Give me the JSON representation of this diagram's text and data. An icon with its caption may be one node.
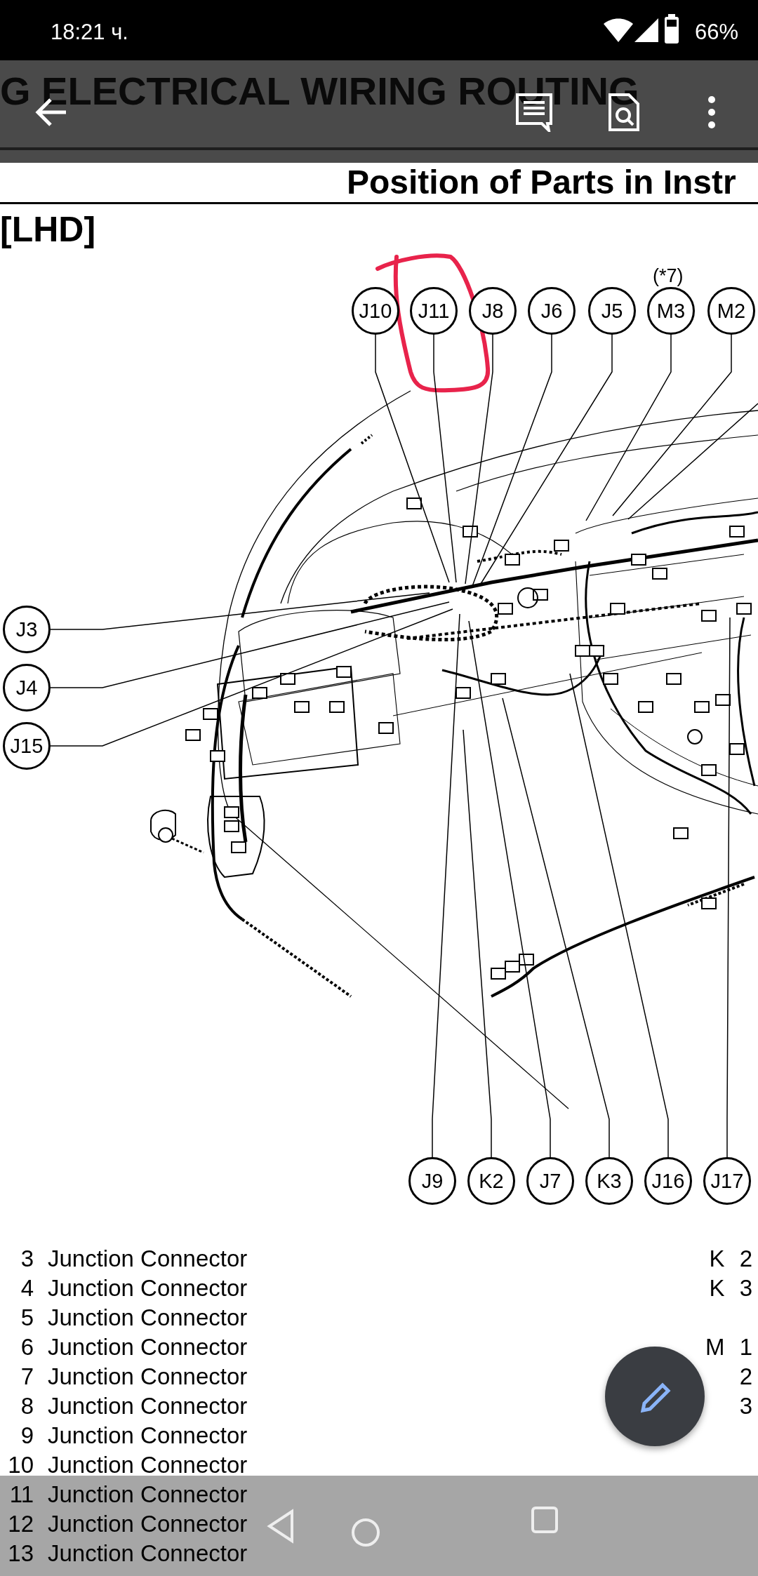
{
  "diagram": {
    "title": "Position of Parts in Instr",
    "nodes": [
      {
        "text": [
          "J10"
        ]
      },
      {
        "text": [
          "J11"
        ]
      },
      {
        "text": [
          "J8"
        ]
      },
      {
        "text": [
          "J6"
        ]
      },
      {
        "text": [
          "J5"
        ]
      },
      {
        "text": [
          "M3"
        ],
        "beside": [
          "(*7)"
        ]
      },
      {
        "text": [
          "M2"
        ]
      },
      {
        "text": [
          "J3"
        ]
      },
      {
        "text": [
          "J4"
        ]
      },
      {
        "text": [
          "J15"
        ]
      },
      {
        "text": [
          "J9"
        ]
      },
      {
        "text": [
          "K2"
        ]
      },
      {
        "text": [
          "J7"
        ]
      },
      {
        "text": [
          "K3"
        ]
      },
      {
        "text": [
          "J16"
        ]
      },
      {
        "text": [
          "J17"
        ]
      }
    ],
    "edges": [
      {
        "from": 0,
        "to": null,
        "arrow": "none"
      },
      {
        "from": 1,
        "to": null,
        "arrow": "none"
      },
      {
        "from": 2,
        "to": null,
        "arrow": "none"
      },
      {
        "from": 3,
        "to": null,
        "arrow": "none"
      },
      {
        "from": 4,
        "to": null,
        "arrow": "none"
      },
      {
        "from": 5,
        "to": null,
        "arrow": "none"
      },
      {
        "from": 6,
        "to": null,
        "arrow": "none"
      },
      {
        "from": 7,
        "to": null,
        "arrow": "none"
      },
      {
        "from": 8,
        "to": null,
        "arrow": "none"
      },
      {
        "from": 9,
        "to": null,
        "arrow": "none"
      },
      {
        "from": 10,
        "to": null,
        "arrow": "none"
      },
      {
        "from": 11,
        "to": null,
        "arrow": "none"
      },
      {
        "from": 12,
        "to": null,
        "arrow": "none"
      },
      {
        "from": 13,
        "to": null,
        "arrow": "none"
      },
      {
        "from": 14,
        "to": null,
        "arrow": "none"
      },
      {
        "from": 15,
        "to": null,
        "arrow": "none"
      }
    ],
    "labels": [
      "18:21 ч.",
      "66%",
      "G ELECTRICAL WIRING ROUTING",
      "[LHD]",
      "3",
      "Junction Connector",
      "K 2",
      "4",
      "Junction Connector",
      "K 3",
      "5",
      "Junction Connector",
      "6",
      "Junction Connector",
      "M 1",
      "7",
      "Junction Connector",
      "2",
      "8",
      "Junction Connector",
      "3",
      "9",
      "Junction Connector",
      "10",
      "Junction Connector",
      "11",
      "Junction Connector",
      "12",
      "Junction Connector",
      "13",
      "Junction Connector"
    ]
  }
}
